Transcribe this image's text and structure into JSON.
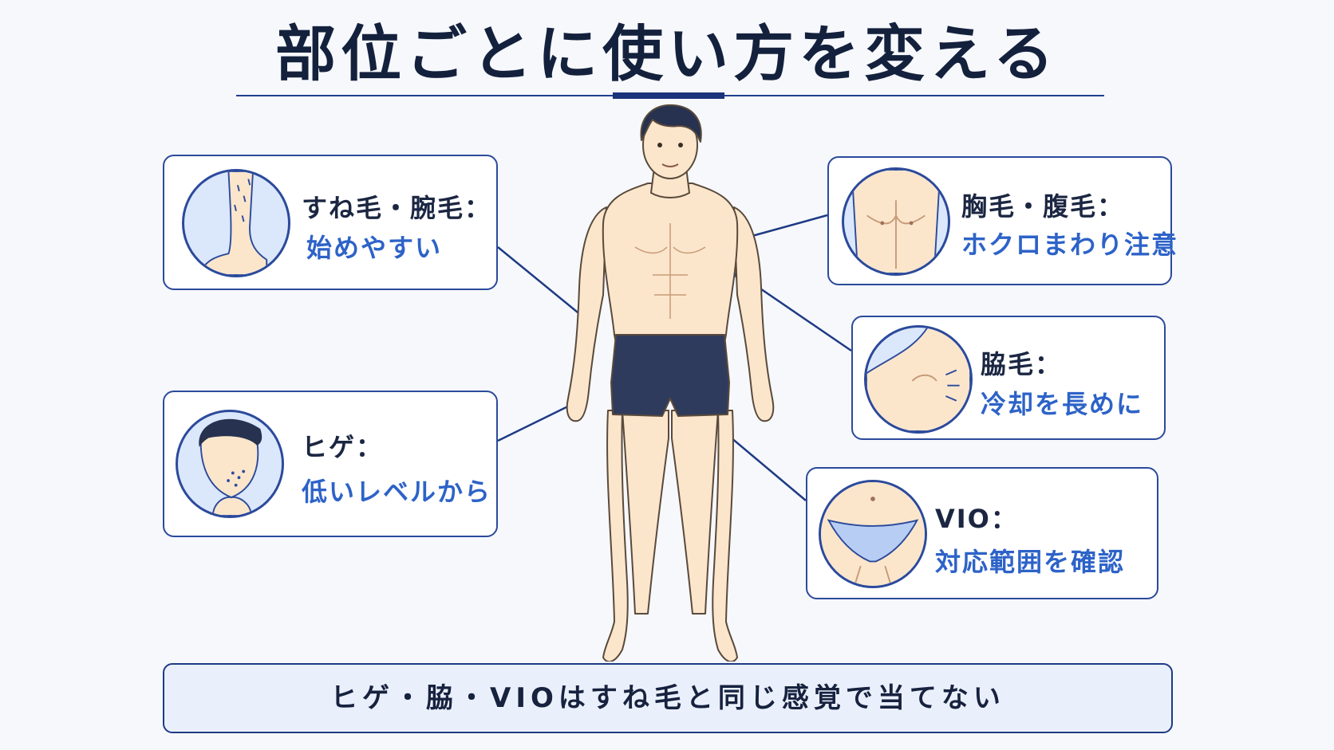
{
  "title": "部位ごとに使い方を変える",
  "cards": {
    "shin": {
      "label": "すね毛・腕毛：",
      "tip": "始めやすい"
    },
    "beard": {
      "label": "ヒゲ：",
      "tip": "低いレベルから"
    },
    "chest": {
      "label": "胸毛・腹毛：",
      "tip": "ホクロまわり注意"
    },
    "armpit": {
      "label": "脇毛：",
      "tip": "冷却を長めに"
    },
    "vio": {
      "label": "VIO：",
      "tip": "対応範囲を確認"
    }
  },
  "banner": {
    "text": "ヒゲ・脇・VIOはすね毛と同じ感覚で当てない"
  },
  "colors": {
    "accent": "#2b4a9b",
    "tip_text": "#2d63c8",
    "skin": "#fbe6cc",
    "shorts": "#2f3b5c",
    "circle_fill": "#dbe7fb"
  }
}
